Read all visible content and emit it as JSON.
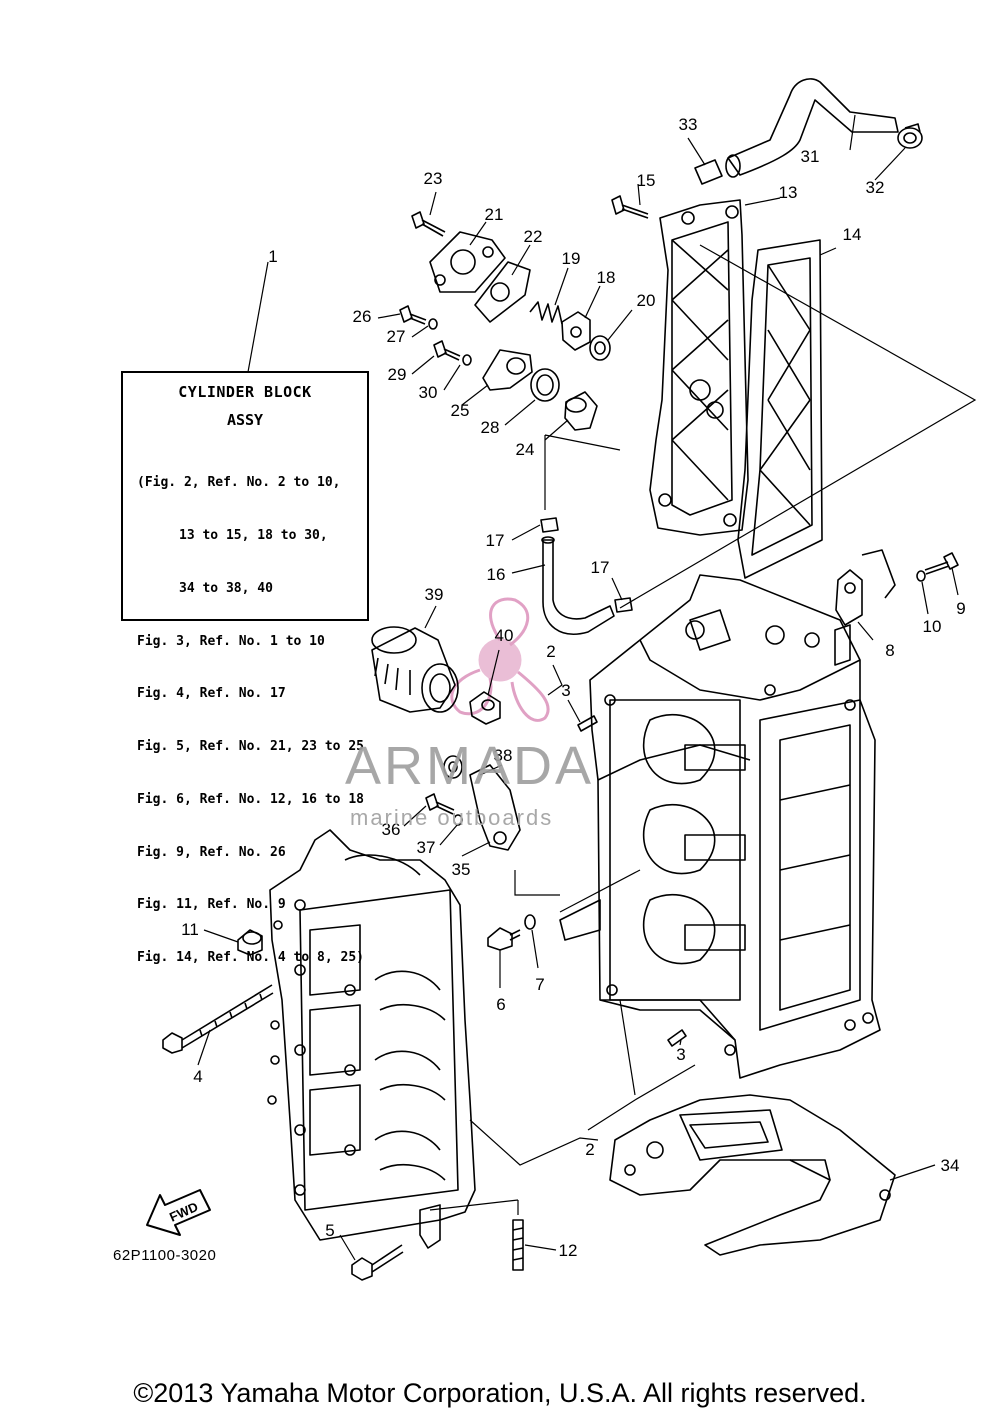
{
  "legend": {
    "title": "CYLINDER BLOCK",
    "subtitle": "ASSY",
    "lines": [
      "(Fig. 2, Ref. No. 2 to 10,",
      "13 to 15, 18 to 30,",
      "34 to 38, 40",
      "Fig. 3, Ref. No. 1 to 10",
      "Fig. 4, Ref. No. 17",
      "Fig. 5, Ref. No. 21, 23 to 25",
      "Fig. 6, Ref. No. 12, 16 to 18",
      "Fig. 9, Ref. No. 26",
      "Fig. 11, Ref. No. 9",
      "Fig. 14, Ref. No. 4 to 8, 25)"
    ]
  },
  "callouts": [
    "1",
    "2",
    "2",
    "3",
    "3",
    "4",
    "5",
    "6",
    "7",
    "8",
    "9",
    "10",
    "11",
    "12",
    "13",
    "14",
    "15",
    "16",
    "17",
    "17",
    "18",
    "19",
    "20",
    "21",
    "22",
    "23",
    "24",
    "25",
    "26",
    "27",
    "28",
    "29",
    "30",
    "31",
    "32",
    "33",
    "34",
    "35",
    "36",
    "37",
    "38",
    "39",
    "40"
  ],
  "fwd_label": "FWD",
  "part_code": "62P1100-3020",
  "watermark": {
    "brand": "ARMADA",
    "tagline": "marine outboards",
    "accent": "#d98ab6"
  },
  "copyright": "©2013 Yamaha Motor Corporation, U.S.A. All rights reserved."
}
